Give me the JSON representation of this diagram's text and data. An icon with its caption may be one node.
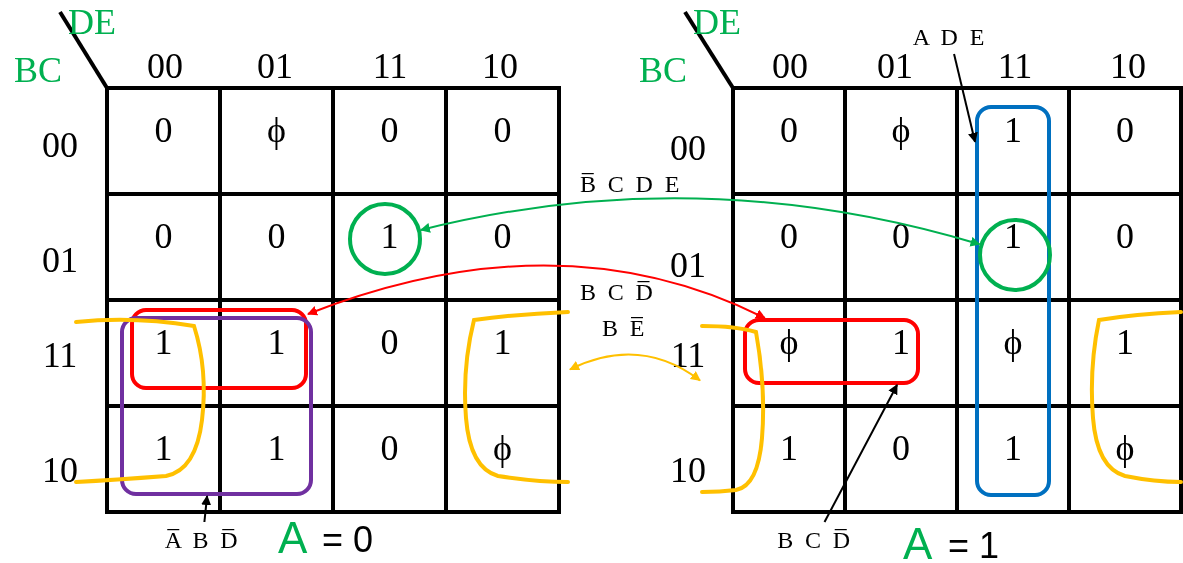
{
  "diagram": {
    "nodes": [
      {
        "text": [],
        "shape": "circle"
      },
      {
        "text": [],
        "shape": "circle",
        "in": 5
      },
      {
        "text": [],
        "shape": "box"
      },
      {
        "text": [],
        "shape": "box"
      },
      {
        "text": [],
        "shape": "box"
      },
      {
        "text": [],
        "shape": "box"
      },
      {
        "text": [],
        "shape": "bracket"
      },
      {
        "text": [],
        "shape": "bracket"
      },
      {
        "text": [],
        "shape": "bracket"
      },
      {
        "text": [],
        "shape": "bracket"
      },
      {
        "text": [
          "A̅ B D̅"
        ]
      },
      {
        "text": [
          "A D E"
        ]
      },
      {
        "text": [
          "B C D̅"
        ]
      }
    ],
    "edges": [
      {
        "from": 0,
        "to": 1,
        "arrow": "both",
        "label": "B̅ C D E",
        "color": "#00b050"
      },
      {
        "from": 2,
        "to": 3,
        "arrow": "both",
        "label": "B C D̅",
        "color": "#ff0000"
      },
      {
        "from": 7,
        "to": 8,
        "arrow": "both",
        "label": "B E̅",
        "color": "#ffc000"
      },
      {
        "from": 10,
        "to": 4,
        "arrow": "to"
      },
      {
        "from": 11,
        "to": 5,
        "arrow": "to"
      },
      {
        "from": 12,
        "to": 3,
        "arrow": "to"
      }
    ],
    "labels": [
      "DE",
      "BC",
      "00",
      "01",
      "11",
      "10",
      "00",
      "01",
      "11",
      "10",
      "0",
      "ϕ",
      "0",
      "0",
      "0",
      "0",
      "1",
      "0",
      "1",
      "1",
      "0",
      "1",
      "1",
      "1",
      "0",
      "ϕ",
      "A",
      "= 0",
      "DE",
      "BC",
      "00",
      "01",
      "11",
      "10",
      "00",
      "01",
      "11",
      "10",
      "0",
      "ϕ",
      "1",
      "0",
      "0",
      "0",
      "1",
      "0",
      "ϕ",
      "1",
      "ϕ",
      "1",
      "1",
      "0",
      "1",
      "ϕ",
      "A",
      "= 1"
    ]
  }
}
